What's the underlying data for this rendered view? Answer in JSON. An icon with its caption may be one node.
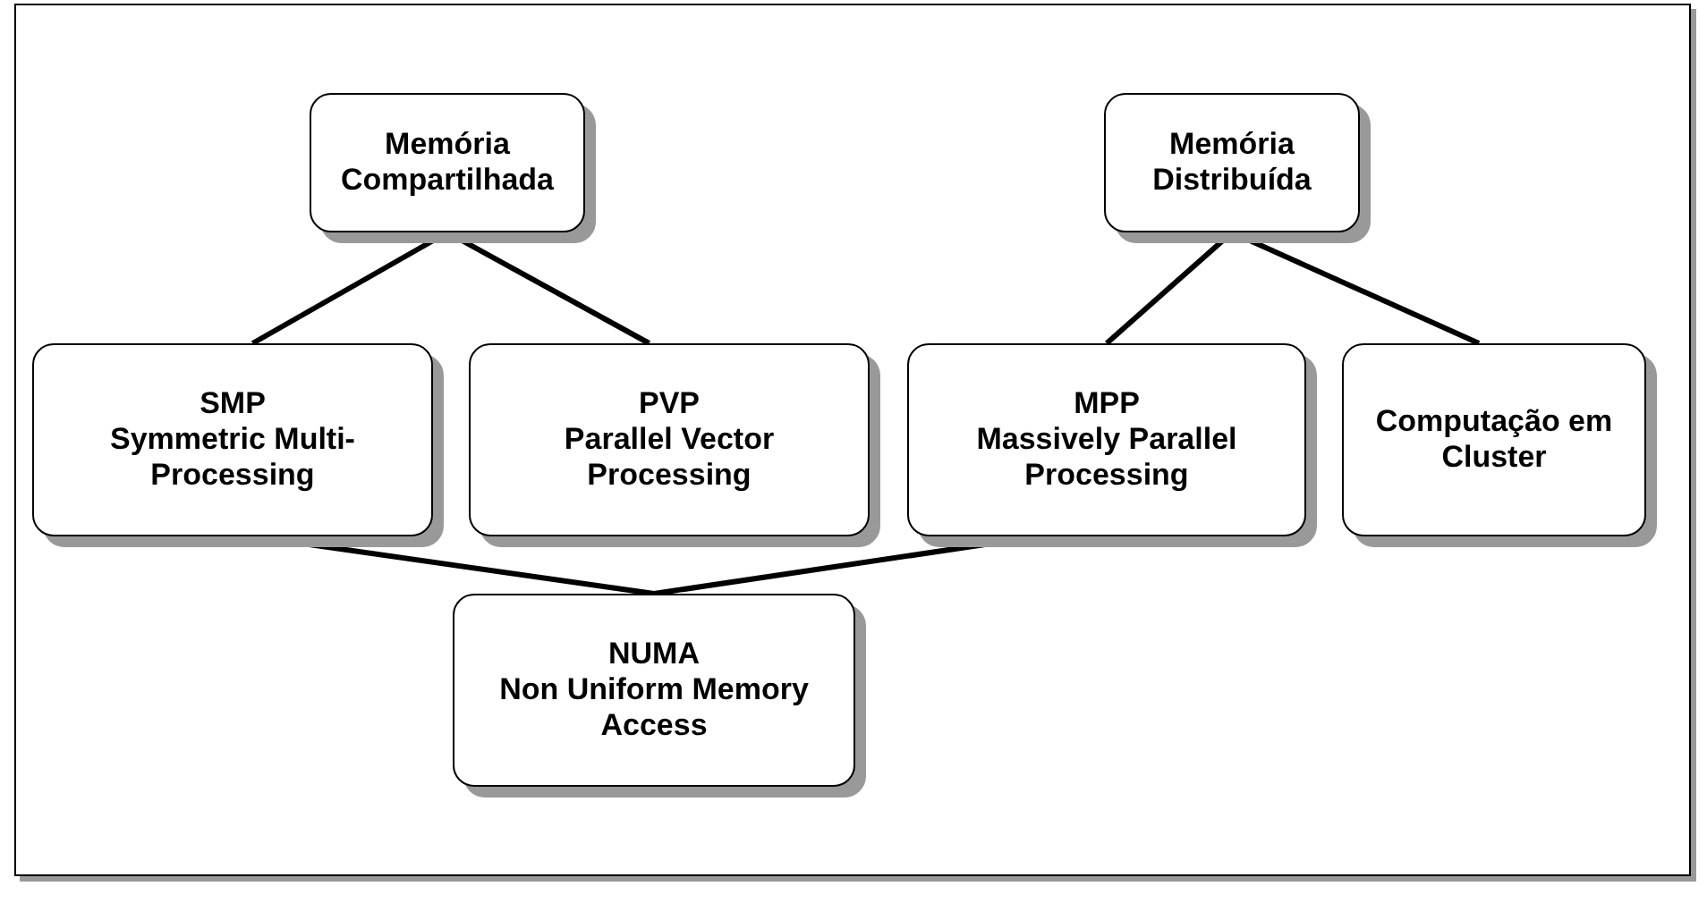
{
  "diagram": {
    "nodes": [
      {
        "text": [
          "Memória Compartilhada"
        ]
      },
      {
        "text": [
          "Memória Distribuída"
        ]
      },
      {
        "text": [
          "SMP",
          "Symmetric Multi-Processing"
        ]
      },
      {
        "text": [
          "PVP",
          "Parallel Vector Processing"
        ]
      },
      {
        "text": [
          "MPP",
          "Massively Parallel Processing"
        ]
      },
      {
        "text": [
          "Computação em Cluster"
        ]
      },
      {
        "text": [
          "NUMA",
          "Non Uniform Memory Access"
        ]
      }
    ],
    "edges": [
      {
        "from": 0,
        "to": 2,
        "arrow": "none"
      },
      {
        "from": 0,
        "to": 3,
        "arrow": "none"
      },
      {
        "from": 1,
        "to": 4,
        "arrow": "none"
      },
      {
        "from": 1,
        "to": 5,
        "arrow": "none"
      },
      {
        "from": 2,
        "to": 6,
        "arrow": "none"
      },
      {
        "from": 4,
        "to": 6,
        "arrow": "none"
      }
    ]
  }
}
